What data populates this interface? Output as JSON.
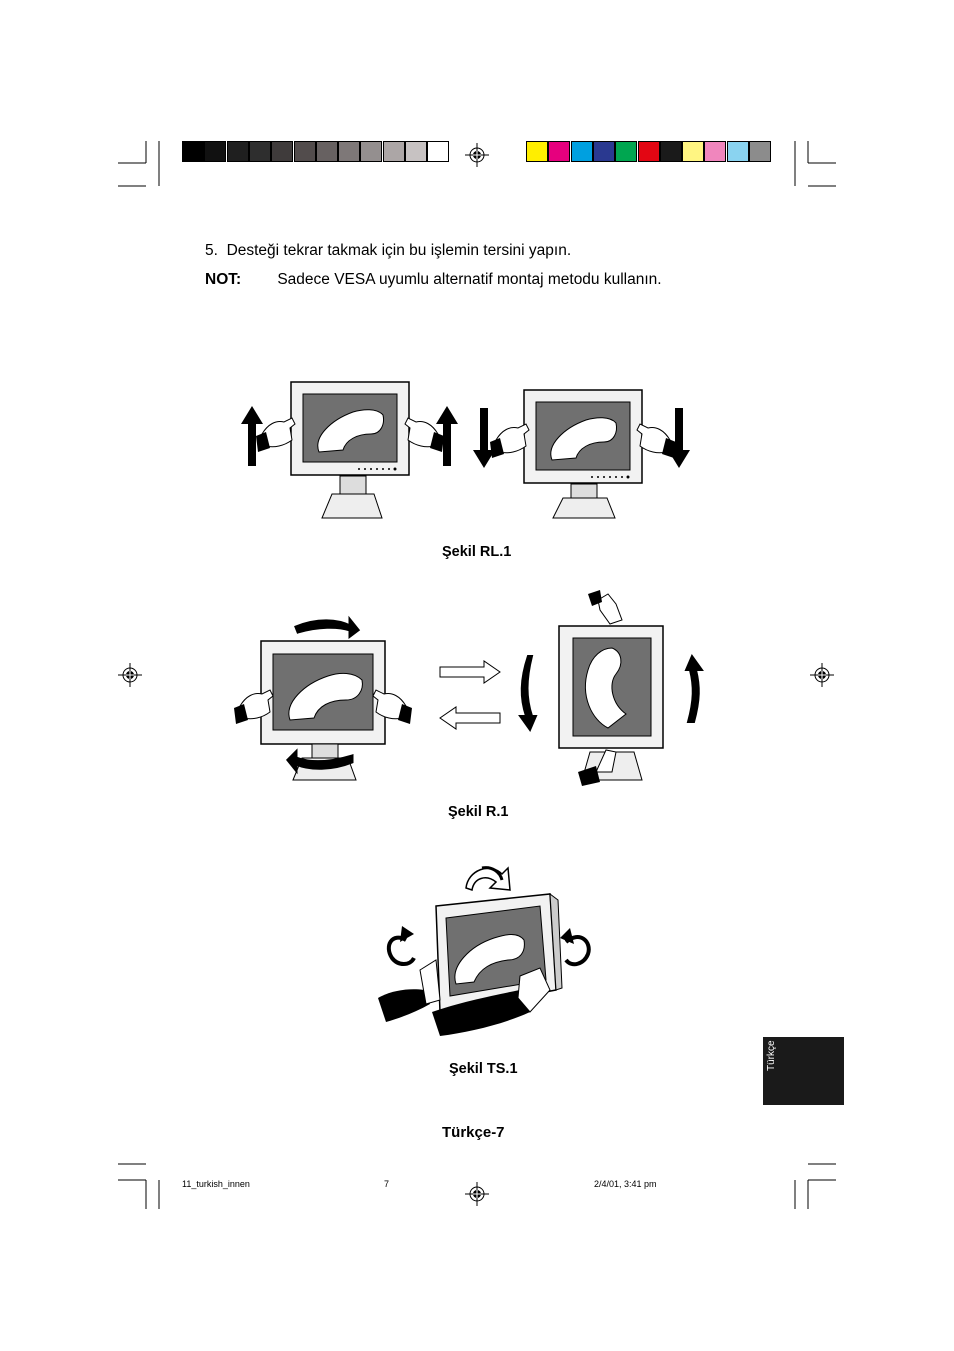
{
  "instruction": {
    "number": "5.",
    "text": "Desteği tekrar takmak için bu işlemin tersini yapın."
  },
  "note": {
    "label": "NOT:",
    "text": "Sadece VESA uyumlu alternatif montaj metodu kullanın."
  },
  "figures": [
    {
      "id": "rl1",
      "caption": "Şekil RL.1"
    },
    {
      "id": "r1",
      "caption": "Şekil R.1"
    },
    {
      "id": "ts1",
      "caption": "Şekil TS.1"
    }
  ],
  "page_label": "Türkçe-7",
  "side_tab": "Türkçe",
  "footer": {
    "file": "11_turkish_innen",
    "page": "7",
    "date": "2/4/01, 3:41 pm"
  },
  "colors": {
    "gray_bar": [
      "#000000",
      "#111111",
      "#1f1f1f",
      "#2e2e2e",
      "#3f3b3b",
      "#524c4c",
      "#676161",
      "#7e7878",
      "#948f8f",
      "#aca6a6",
      "#c7c2c2",
      "#ffffff"
    ],
    "color_bar": [
      "#ffee00",
      "#e6007e",
      "#00a0e0",
      "#2a3990",
      "#00a650",
      "#e30613",
      "#1a1a1a",
      "#fff582",
      "#f086bd",
      "#8ad3f0",
      "#8c8c8c"
    ],
    "tab_bg": "#1a1a1a"
  }
}
